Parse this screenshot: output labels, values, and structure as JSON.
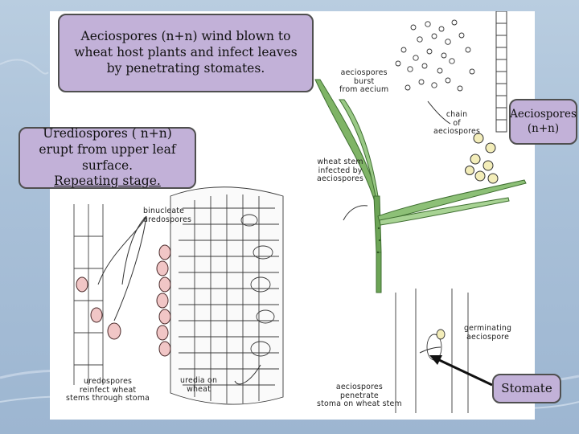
{
  "callouts": {
    "aeciospores_wind": "Aeciospores (n+n) wind blown to wheat host plants and infect leaves by penetrating stomates.",
    "urediospores_line1": "Urediospores ( n+n) erupt from upper leaf surface.",
    "urediospores_line2": "Repeating stage.",
    "aeciospores_small": "Aeciospores (n+n)",
    "stomate": "Stomate"
  },
  "labels": {
    "aeciospores_burst": [
      "aeciospores",
      "burst",
      "from aecium"
    ],
    "chain_of_aeciospores": [
      "chain",
      "of",
      "aeciospores"
    ],
    "wheat_stem_infected": [
      "wheat stem",
      "infected by",
      "aeciospores"
    ],
    "binucleate_uredospores": [
      "binucleate",
      "uredospores"
    ],
    "germinating_aeciospore": [
      "germinating",
      "aeciospore"
    ],
    "uredia_on_wheat": [
      "uredia on",
      "wheat"
    ],
    "uredospores_reinfect": [
      "uredospores",
      "reinfect wheat",
      "stems through stoma"
    ],
    "aeciospores_penetrate": [
      "aeciospores",
      "penetrate",
      "stoma on wheat stem"
    ]
  },
  "colors": {
    "callout_fill": "#c2b1d8",
    "plant_green": "#5f9a4a",
    "arrow": "#111111"
  }
}
